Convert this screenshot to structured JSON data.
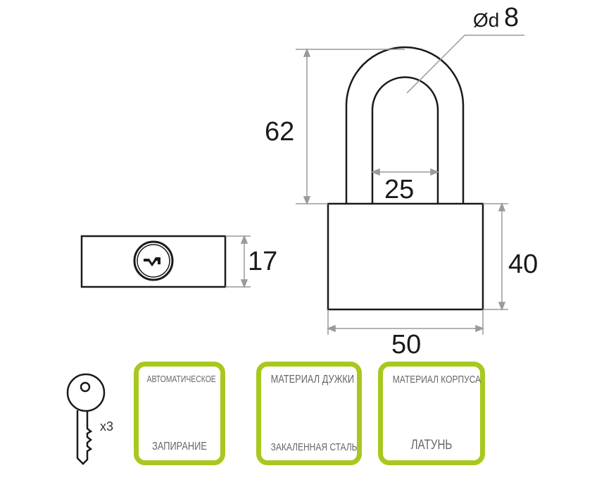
{
  "dimensions": {
    "shackle_diameter_prefix": "Ød",
    "shackle_diameter": "8",
    "shackle_height": "62",
    "shackle_inner_width": "25",
    "body_height": "40",
    "body_width": "50",
    "body_thickness": "17"
  },
  "keys": {
    "count_label": "x3"
  },
  "features": [
    {
      "title": "АВТОМАТИЧЕСКОЕ",
      "value": "ЗАПИРАНИЕ",
      "icon": "auto-lock-icon"
    },
    {
      "title": "МАТЕРИАЛ ДУЖКИ",
      "value": "ЗАКАЛЕННАЯ СТАЛЬ",
      "icon": "shackle-icon"
    },
    {
      "title": "МАТЕРИАЛ КОРПУСА",
      "value": "ЛАТУНЬ",
      "icon": "padlock-icon"
    }
  ],
  "colors": {
    "accent": "#a8c81f",
    "icon": "#6b6b6b",
    "dimension_line": "#9a9a9a",
    "outline": "#1a1a1a"
  }
}
